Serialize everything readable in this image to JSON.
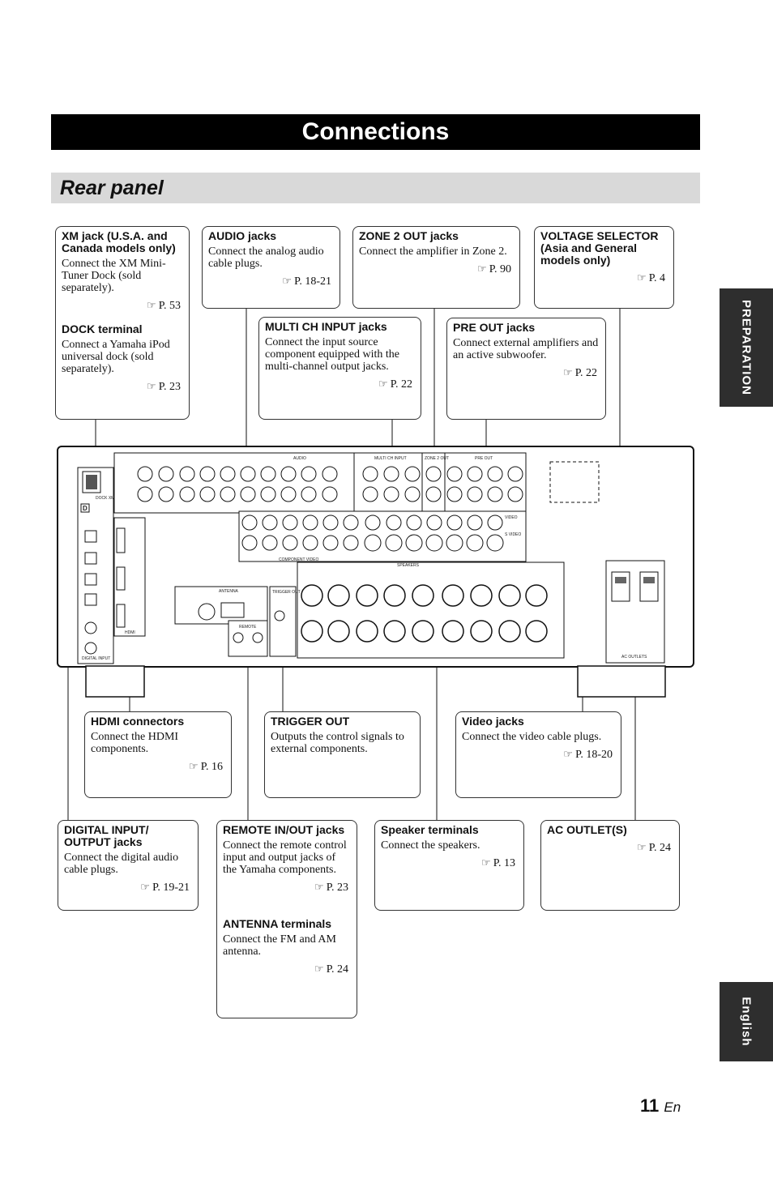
{
  "header": {
    "title": "Connections",
    "section": "Rear panel"
  },
  "side_tabs": {
    "preparation": "PREPARATION",
    "english": "English"
  },
  "page": {
    "number": "11",
    "lang": "En"
  },
  "boxes": {
    "xm_jack": {
      "heading": "XM jack (U.S.A. and Canada models only)",
      "text": "Connect the XM Mini-Tuner Dock (sold separately).",
      "ref": "P. 53"
    },
    "dock_terminal": {
      "heading": "DOCK terminal",
      "text": "Connect a Yamaha iPod universal dock (sold separately).",
      "ref": "P. 23"
    },
    "audio_jacks": {
      "heading": "AUDIO jacks",
      "text": "Connect the analog audio cable plugs.",
      "ref": "P. 18-21"
    },
    "zone2_out": {
      "heading": "ZONE 2 OUT jacks",
      "text": "Connect the amplifier in Zone 2.",
      "ref": "P. 90"
    },
    "voltage_selector": {
      "heading": "VOLTAGE SELECTOR (Asia and General models only)",
      "ref": "P. 4"
    },
    "multi_ch_input": {
      "heading": "MULTI CH INPUT jacks",
      "text": "Connect the input source component equipped with the multi-channel output jacks.",
      "ref": "P. 22"
    },
    "pre_out": {
      "heading": "PRE OUT jacks",
      "text": "Connect external amplifiers and an active subwoofer.",
      "ref": "P. 22"
    },
    "hdmi": {
      "heading": "HDMI connectors",
      "text": "Connect the HDMI components.",
      "ref": "P. 16"
    },
    "trigger_out": {
      "heading": "TRIGGER OUT",
      "text": "Outputs the control signals to external components."
    },
    "video_jacks": {
      "heading": "Video jacks",
      "text": "Connect the video cable plugs.",
      "ref": "P. 18-20"
    },
    "digital_io": {
      "heading": "DIGITAL INPUT/ OUTPUT jacks",
      "text": "Connect the digital audio cable plugs.",
      "ref": "P. 19-21"
    },
    "remote_io": {
      "heading": "REMOTE IN/OUT jacks",
      "text": "Connect the remote control input and output jacks of the Yamaha components.",
      "ref": "P. 23"
    },
    "antenna": {
      "heading": "ANTENNA terminals",
      "text": "Connect the FM and AM antenna.",
      "ref": "P. 24"
    },
    "speaker": {
      "heading": "Speaker terminals",
      "text": "Connect the speakers.",
      "ref": "P. 13"
    },
    "ac_outlet": {
      "heading": "AC OUTLET(S)",
      "ref": "P. 24"
    }
  },
  "panel_labels": {
    "audio": "AUDIO",
    "multi_ch": "MULTI CH INPUT",
    "zone2": "ZONE 2 OUT",
    "pre_out": "PRE OUT",
    "dock_xm": "DOCK XM",
    "digital_input": "DIGITAL INPUT",
    "hdmi": "HDMI",
    "antenna": "ANTENNA",
    "remote": "REMOTE",
    "trigger": "TRIGGER OUT",
    "speakers": "SPEAKERS",
    "ac_outlets": "AC OUTLETS",
    "component_video": "COMPONENT VIDEO",
    "video": "VIDEO",
    "s_video": "S VIDEO"
  }
}
